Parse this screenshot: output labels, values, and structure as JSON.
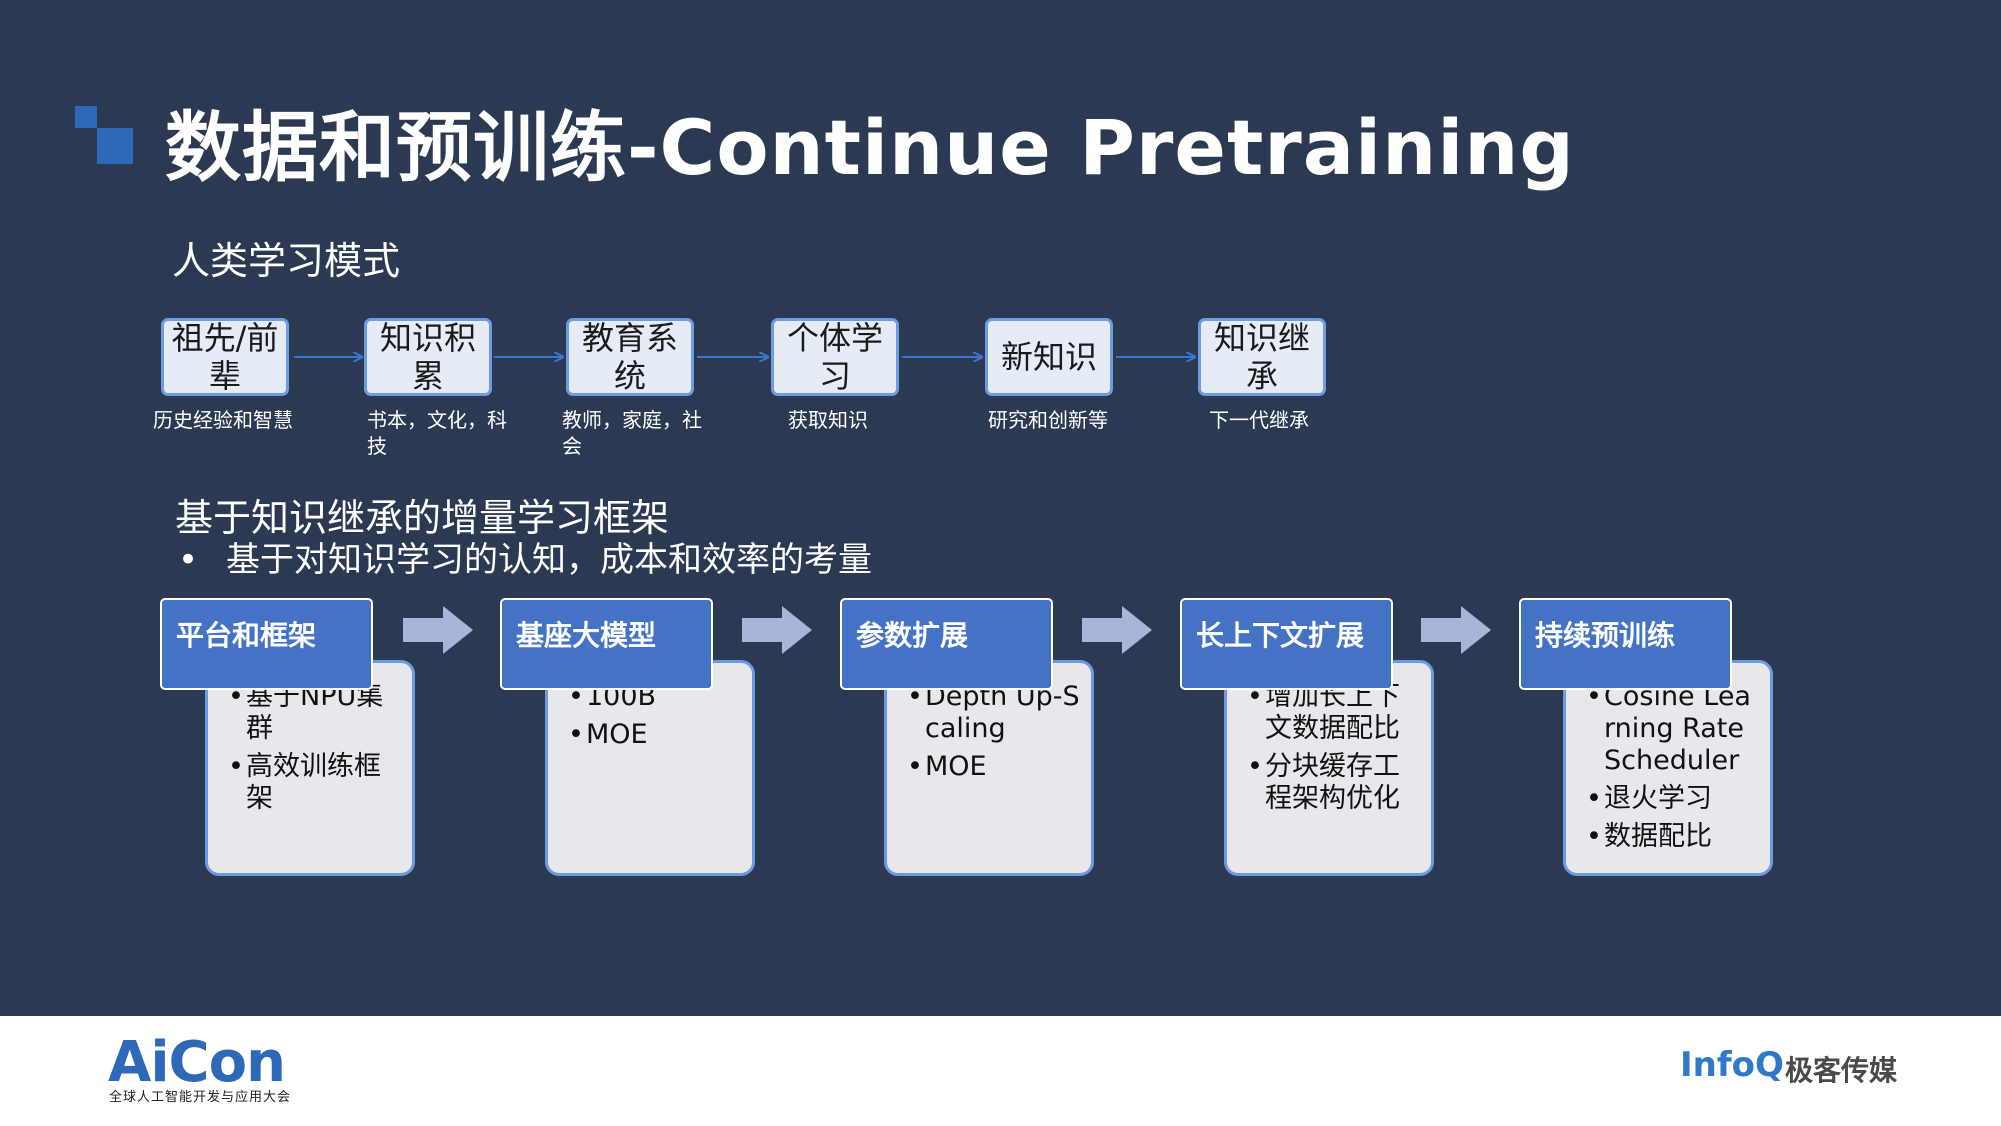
{
  "title": "数据和预训练-Continue Pretraining",
  "section1": {
    "title": "人类学习模式"
  },
  "human_flow": [
    {
      "label": "祖先/前辈",
      "caption": "历史经验和智慧"
    },
    {
      "label": "知识积累",
      "caption": "书本，文化，科技"
    },
    {
      "label": "教育系统",
      "caption": "教师，家庭，社会"
    },
    {
      "label": "个体学习",
      "caption": "获取知识"
    },
    {
      "label": "新知识",
      "caption": "研究和创新等"
    },
    {
      "label": "知识继承",
      "caption": "下一代继承"
    }
  ],
  "section2": {
    "title": "基于知识继承的增量学习框架",
    "bullet": "基于对知识学习的认知，成本和效率的考量",
    "bullet_symbol": "•"
  },
  "steps": [
    {
      "title": "平台和框架",
      "items": [
        "基于NPU集群",
        "高效训练框架"
      ]
    },
    {
      "title": "基座大模型",
      "items": [
        "100B",
        "MOE"
      ]
    },
    {
      "title": "参数扩展",
      "items": [
        "Depth Up-Scaling",
        "MOE"
      ]
    },
    {
      "title": "长上下文扩展",
      "items": [
        "增加长上下文数据配比",
        "分块缓存工程架构优化"
      ]
    },
    {
      "title": "持续预训练",
      "items": [
        "Cosine Learning Rate Scheduler",
        "退火学习",
        "数据配比"
      ]
    }
  ],
  "footer": {
    "aicon_logo": "AiCon",
    "aicon_sub": "全球人工智能开发与应用大会",
    "infoq_logo": "InfoQ",
    "geek_logo": "极客传媒"
  },
  "colors": {
    "background": "#2b3a52",
    "accent": "#4472c4",
    "node_fill": "#e5ecf6",
    "node_border": "#6f9be0",
    "step_body": "#e8e7ec",
    "big_arrow": "#a7b6d8",
    "flow_arrow": "#3a78d0"
  },
  "icons": {
    "flow_connector": "arrow-right-icon",
    "step_connector": "block-arrow-right-icon"
  }
}
